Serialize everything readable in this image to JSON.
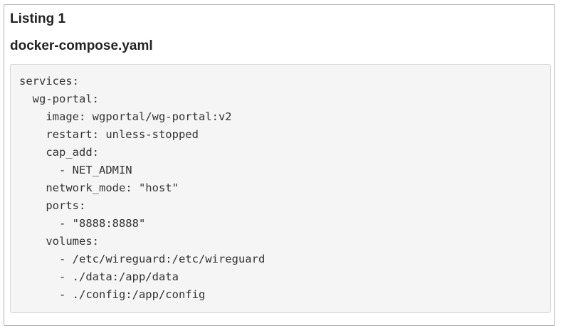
{
  "listing": {
    "title": "Listing 1",
    "filename": "docker-compose.yaml",
    "code_lines": [
      "services:",
      "  wg-portal:",
      "    image: wgportal/wg-portal:v2",
      "    restart: unless-stopped",
      "    cap_add:",
      "      - NET_ADMIN",
      "    network_mode: \"host\"",
      "    ports:",
      "      - \"8888:8888\"",
      "    volumes:",
      "      - /etc/wireguard:/etc/wireguard",
      "      - ./data:/app/data",
      "      - ./config:/app/config"
    ]
  }
}
